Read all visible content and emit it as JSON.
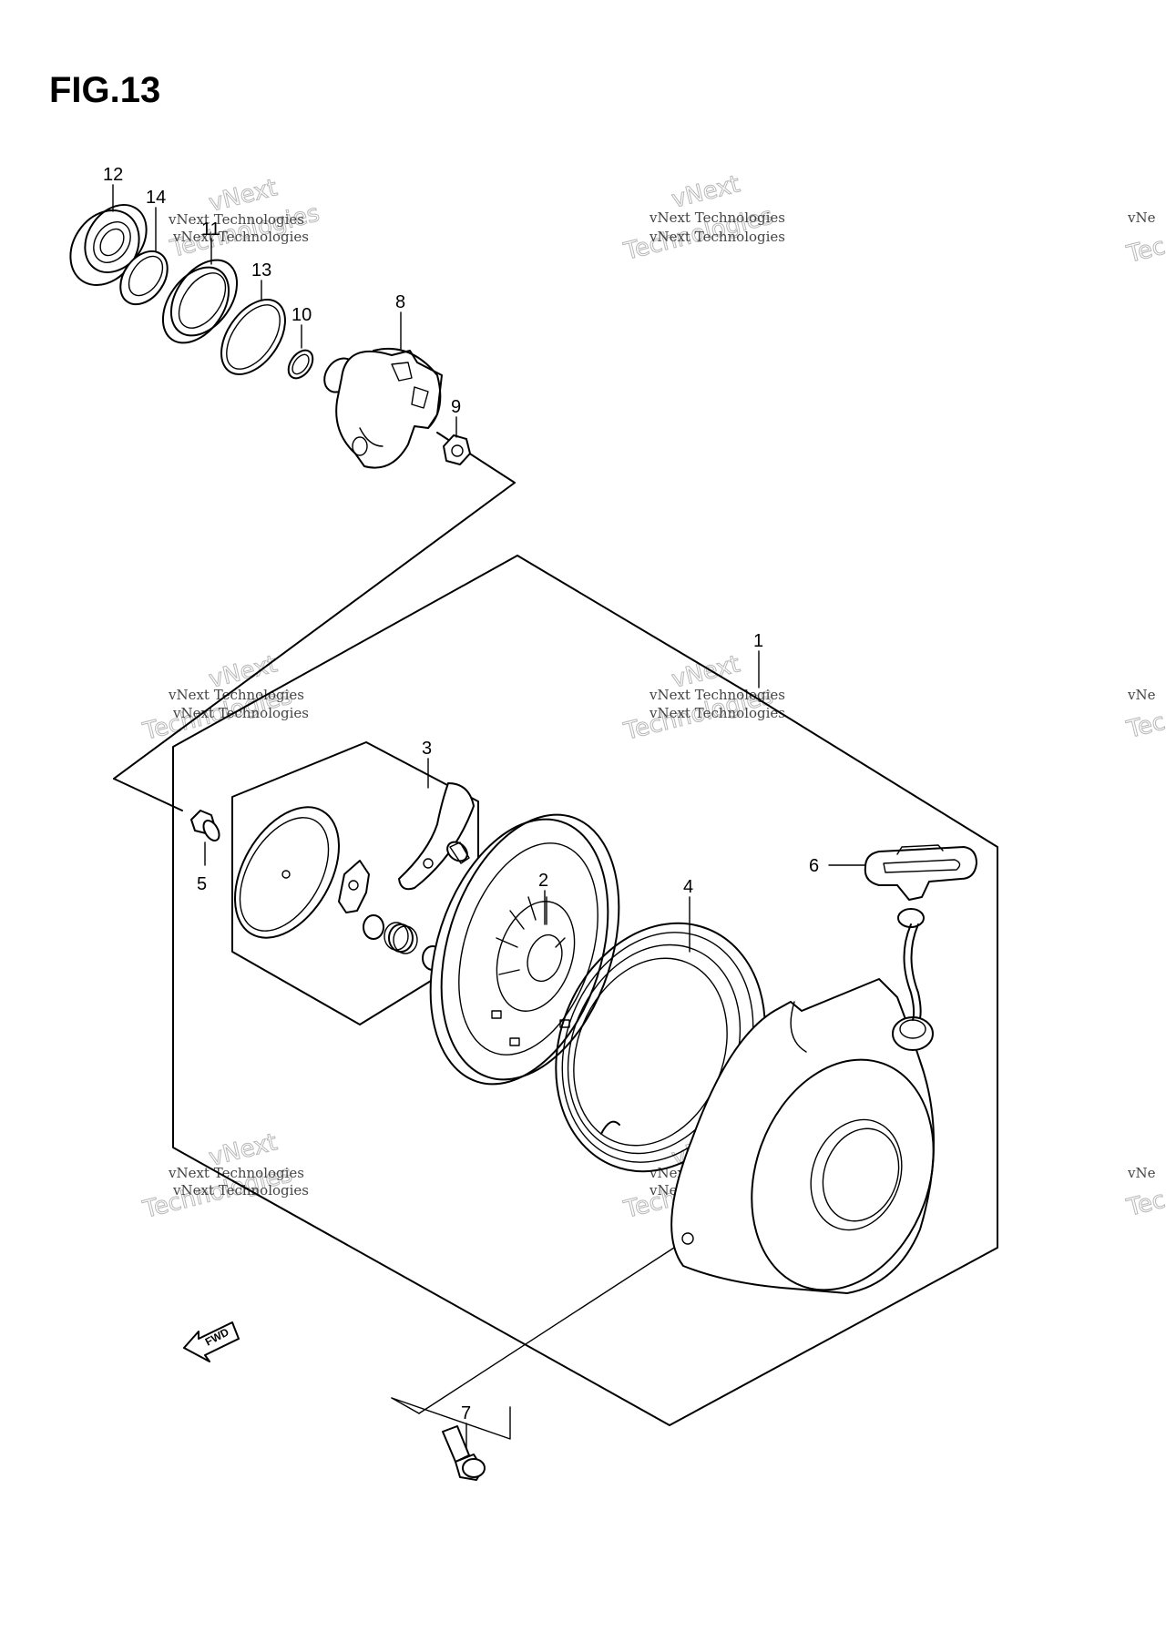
{
  "figure": {
    "title": "FIG.13"
  },
  "callouts": [
    "1",
    "2",
    "3",
    "4",
    "5",
    "6",
    "7",
    "8",
    "9",
    "10",
    "11",
    "12",
    "13",
    "14"
  ],
  "fwd_label": "FWD",
  "watermark": {
    "line1": "vNext Technologies",
    "line2": "vNext",
    "line3": "Technologies",
    "partial1": "vNe",
    "partial2": "Tec"
  }
}
